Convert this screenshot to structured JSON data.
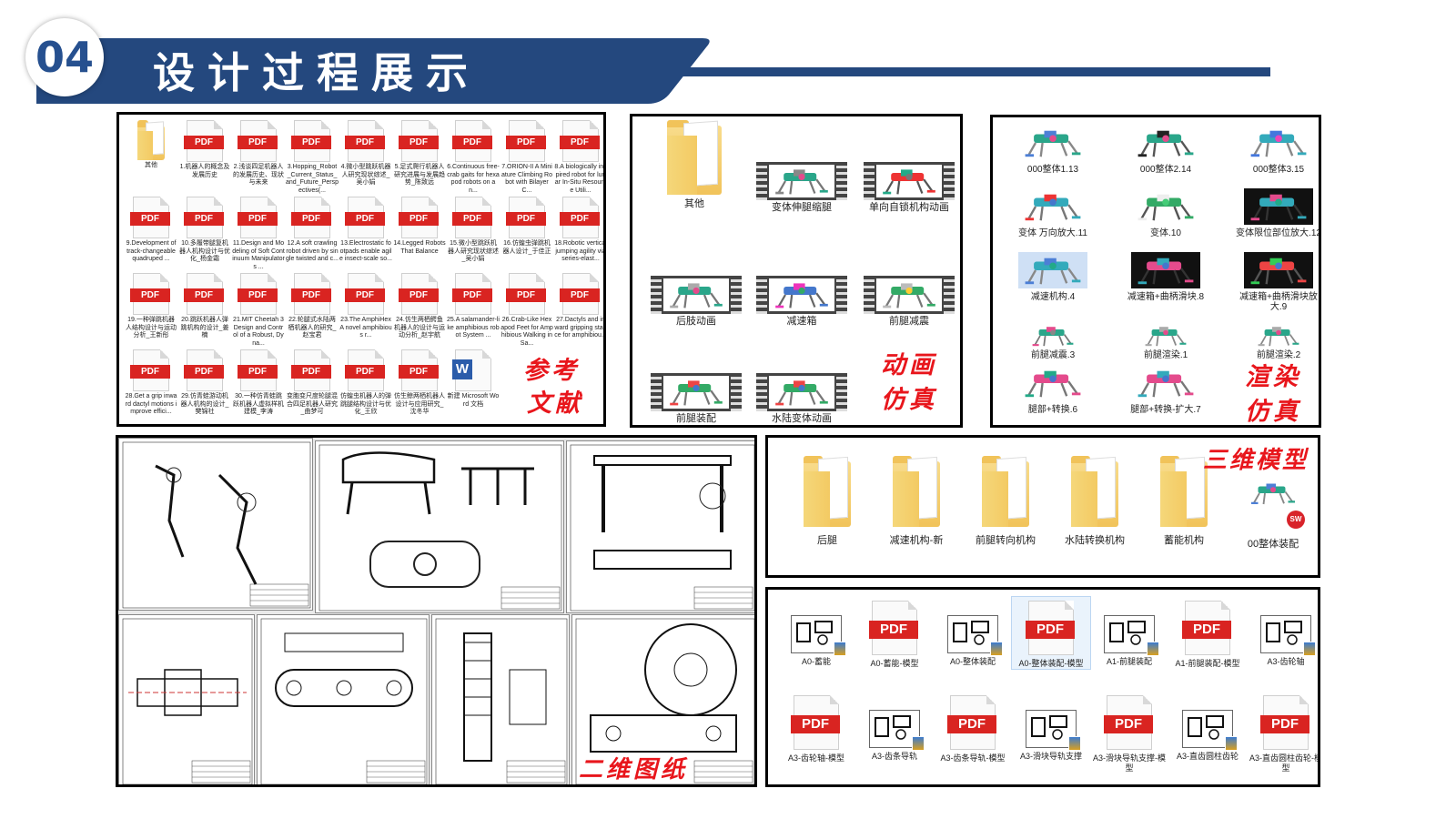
{
  "header": {
    "number": "04",
    "title": "设计过程展示",
    "colors": {
      "band": "#24487e",
      "accent": "#26508f"
    }
  },
  "references": {
    "label_line1": "参考",
    "label_line2": "文献",
    "items": [
      {
        "type": "folder",
        "label": "其他"
      },
      {
        "type": "pdf",
        "label": "1.机器人的概念及发展历史"
      },
      {
        "type": "pdf",
        "label": "2.浅谈四足机器人的发展历史、现状与未来"
      },
      {
        "type": "pdf",
        "label": "3.Hopping_Robot_Current_Status_and_Future_Perspectives(..."
      },
      {
        "type": "pdf",
        "label": "4.微小型跳跃机器人研究现状综述_吴小娟"
      },
      {
        "type": "pdf",
        "label": "5.足式爬行机器人研究进展与发展趋势_陈致远"
      },
      {
        "type": "pdf",
        "label": "6.Continuous free-crab gaits for hexapod robots on a n..."
      },
      {
        "type": "pdf",
        "label": "7.ORION-II A Miniature Climbing Robot with Bilayer C..."
      },
      {
        "type": "pdf",
        "label": "8.A biologically inspired robot for lunar In-Situ Resource Utili..."
      },
      {
        "type": "pdf",
        "label": "9.Development of track-changeable quadruped ..."
      },
      {
        "type": "pdf",
        "label": "10.多履带腿复机器人机构设计与优化_杨金霜"
      },
      {
        "type": "pdf",
        "label": "11.Design and Modeling of Soft Continuum Manipulators ..."
      },
      {
        "type": "pdf",
        "label": "12.A soft crawling robot driven by single twisted and c..."
      },
      {
        "type": "pdf",
        "label": "13.Electrostatic footpads enable agile insect-scale so..."
      },
      {
        "type": "pdf",
        "label": "14.Legged Robots That Balance"
      },
      {
        "type": "pdf",
        "label": "15.微小型跳跃机器人研究现状综述_吴小娟"
      },
      {
        "type": "pdf",
        "label": "16.仿蝗虫弹跳机器人设计_于佳正"
      },
      {
        "type": "pdf",
        "label": "18.Robotic vertical jumping agility via series-elast..."
      },
      {
        "type": "pdf",
        "label": "19.一种弹跳机器人结构设计与运动分析_王新彤"
      },
      {
        "type": "pdf",
        "label": "20.跳跃机器人弹跳机构的设计_姜楠"
      },
      {
        "type": "pdf",
        "label": "21.MIT Cheetah 3 Design and Control of a Robust, Dyna..."
      },
      {
        "type": "pdf",
        "label": "22.轮腿式水陆两栖机器人的研究_赵宝君"
      },
      {
        "type": "pdf",
        "label": "23.The AmphiHex A novel amphibious r..."
      },
      {
        "type": "pdf",
        "label": "24.仿生两栖鳄鱼机器人的设计与运动分析_赵宇航"
      },
      {
        "type": "pdf",
        "label": "25.A salamander-like amphibious robot System ..."
      },
      {
        "type": "pdf",
        "label": "26.Crab-Like Hexapod Feet for Amphibious Walking in Sa..."
      },
      {
        "type": "pdf",
        "label": "27.Dactyls and inward gripping stance for amphibiou..."
      },
      {
        "type": "pdf",
        "label": "28.Get a grip inward dactyl motions improve effici..."
      },
      {
        "type": "pdf",
        "label": "29.仿青蛙游动机器人机构的设计_樊锦社"
      },
      {
        "type": "pdf",
        "label": "30.一种仿青蛙跳跃机器人虚拟样机建模_李涛"
      },
      {
        "type": "pdf",
        "label": "变胞变尺度轮腿混合四足机器人研究_曲梦可"
      },
      {
        "type": "pdf",
        "label": "仿蝗虫机器人的弹跳腿结构设计与优化_王欣"
      },
      {
        "type": "pdf",
        "label": "仿生鲸两栖机器人设计与应用研究_沈冬华"
      },
      {
        "type": "word",
        "label": "新建 Microsoft Word 文档"
      }
    ]
  },
  "animation": {
    "label_line1": "动画",
    "label_line2": "仿真",
    "folder_label": "其他",
    "items": [
      {
        "label": "变体伸腿缩腿"
      },
      {
        "label": "单向自锁机构动画"
      },
      {
        "label": "后肢动画"
      },
      {
        "label": "减速箱"
      },
      {
        "label": "前腿减震"
      },
      {
        "label": "前腿装配"
      },
      {
        "label": "水陆变体动画"
      }
    ]
  },
  "render": {
    "label_line1": "渲染",
    "label_line2": "仿真",
    "items": [
      {
        "label": "000整体1.13"
      },
      {
        "label": "000整体2.14"
      },
      {
        "label": "000整体3.15"
      },
      {
        "label": "变体 万向放大.11"
      },
      {
        "label": "变体.10"
      },
      {
        "label": "变体限位部位放大.12"
      },
      {
        "label": "减速机构.4"
      },
      {
        "label": "减速箱+曲柄滑块.8"
      },
      {
        "label": "减速箱+曲柄滑块放大.9"
      },
      {
        "label": "前腿减震.3"
      },
      {
        "label": "前腿渲染.1"
      },
      {
        "label": "前腿渲染.2"
      },
      {
        "label": "腿部+转换.6"
      },
      {
        "label": "腿部+转换-扩大.7"
      }
    ]
  },
  "drawings2d": {
    "label": "二维图纸"
  },
  "model3d": {
    "label": "三维模型",
    "items": [
      {
        "label": "后腿"
      },
      {
        "label": "减速机构-新"
      },
      {
        "label": "前腿转向机构"
      },
      {
        "label": "水陆转换机构"
      },
      {
        "label": "蓄能机构"
      },
      {
        "label": "00整体装配"
      }
    ],
    "sw_badge": "SW"
  },
  "drawing_files": {
    "pdf_text": "PDF",
    "items": [
      {
        "type": "dwg",
        "label": "A0-蓄能"
      },
      {
        "type": "pdf",
        "label": "A0-蓄能-模型"
      },
      {
        "type": "dwg",
        "label": "A0-整体装配"
      },
      {
        "type": "pdf",
        "label": "A0-整体装配-模型"
      },
      {
        "type": "dwg",
        "label": "A1-前腿装配"
      },
      {
        "type": "pdf",
        "label": "A1-前腿装配-模型"
      },
      {
        "type": "dwg",
        "label": "A3-齿轮轴"
      },
      {
        "type": "pdf",
        "label": "A3-齿轮轴-模型"
      },
      {
        "type": "dwg",
        "label": "A3-齿条导轨"
      },
      {
        "type": "pdf",
        "label": "A3-齿条导轨-模型"
      },
      {
        "type": "dwg",
        "label": "A3-滑块导轨支撑"
      },
      {
        "type": "pdf",
        "label": "A3-滑块导轨支撑-模型"
      },
      {
        "type": "dwg",
        "label": "A3-直齿圆柱齿轮"
      },
      {
        "type": "pdf",
        "label": "A3-直齿圆柱齿轮-模型"
      }
    ]
  }
}
